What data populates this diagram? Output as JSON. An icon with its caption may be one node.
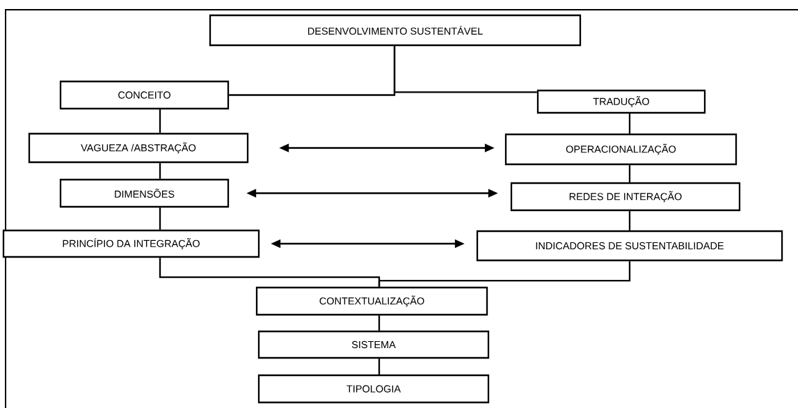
{
  "diagram": {
    "nodes": [
      {
        "text": [
          "DESENVOLVIMENTO SUSTENTÁVEL"
        ]
      },
      {
        "text": [
          "CONCEITO"
        ]
      },
      {
        "text": [
          "TRADUÇÃO"
        ]
      },
      {
        "text": [
          "VAGUEZA /ABSTRAÇÃO"
        ]
      },
      {
        "text": [
          "OPERACIONALIZAÇÃO"
        ]
      },
      {
        "text": [
          "DIMENSÕES"
        ]
      },
      {
        "text": [
          "REDES DE INTERAÇÃO"
        ]
      },
      {
        "text": [
          "PRINCÍPIO DA INTEGRAÇÃO"
        ]
      },
      {
        "text": [
          "INDICADORES DE SUSTENTABILIDADE"
        ]
      },
      {
        "text": [
          "CONTEXTUALIZAÇÃO"
        ]
      },
      {
        "text": [
          "SISTEMA"
        ]
      },
      {
        "text": [
          "TIPOLOGIA"
        ]
      }
    ],
    "edges": [
      {
        "from": 0,
        "to": 1,
        "arrow": "none"
      },
      {
        "from": 0,
        "to": 2,
        "arrow": "none"
      },
      {
        "from": 1,
        "to": 3,
        "arrow": "none"
      },
      {
        "from": 3,
        "to": 5,
        "arrow": "none"
      },
      {
        "from": 5,
        "to": 7,
        "arrow": "none"
      },
      {
        "from": 2,
        "to": 4,
        "arrow": "none"
      },
      {
        "from": 4,
        "to": 6,
        "arrow": "none"
      },
      {
        "from": 6,
        "to": 8,
        "arrow": "none"
      },
      {
        "from": 3,
        "to": 4,
        "arrow": "both"
      },
      {
        "from": 5,
        "to": 6,
        "arrow": "both"
      },
      {
        "from": 7,
        "to": 8,
        "arrow": "both"
      },
      {
        "from": 7,
        "to": 9,
        "arrow": "none"
      },
      {
        "from": 8,
        "to": 9,
        "arrow": "none"
      },
      {
        "from": 9,
        "to": 10,
        "arrow": "none"
      },
      {
        "from": 10,
        "to": 11,
        "arrow": "none"
      }
    ]
  }
}
